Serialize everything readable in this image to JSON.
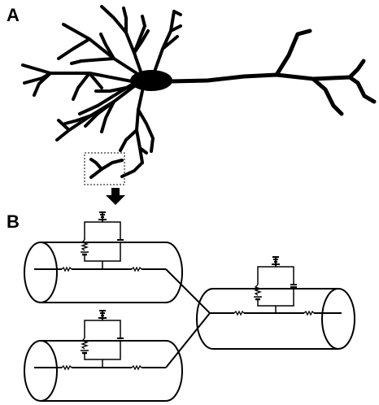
{
  "panels": {
    "a": {
      "label": "A"
    },
    "b": {
      "label": "B"
    }
  },
  "colors": {
    "ink": "#000000",
    "background": "#ffffff"
  },
  "icons": {
    "neuron": "neuron-morphology-icon",
    "zoom_arrow": "down-arrow-icon",
    "selection": "dotted-selection-box",
    "compartment": "cable-compartment-cylinder",
    "circuit": "rc-circuit-icon",
    "ground": "ground-symbol-icon",
    "battery": "battery-icon",
    "capacitor": "capacitor-icon",
    "resistor": "resistor-icon"
  },
  "compartment_count": 3
}
